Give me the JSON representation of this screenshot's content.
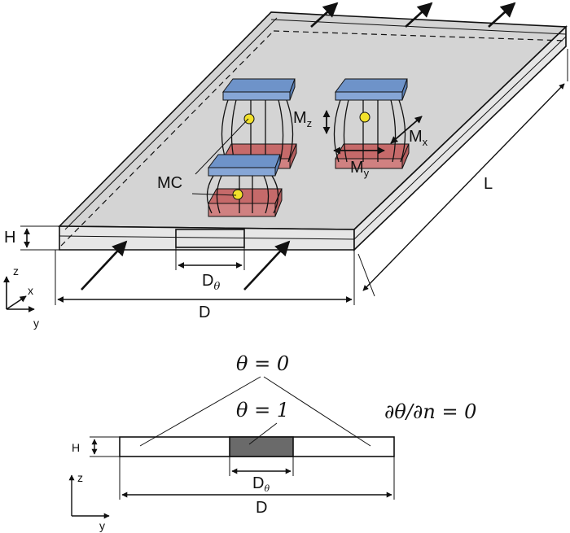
{
  "labels": {
    "H": "H",
    "L": "L",
    "D": "D",
    "D_theta_base": "D",
    "D_theta_sub": "θ",
    "MC": "MC",
    "Mz_base": "M",
    "Mz_sub": "z",
    "Mx_base": "M",
    "Mx_sub": "x",
    "My_base": "M",
    "My_sub": "y"
  },
  "axes": {
    "z": "z",
    "x": "x",
    "y": "y"
  },
  "cross_section": {
    "H": "H",
    "D": "D",
    "D_theta_base": "D",
    "D_theta_sub": "θ",
    "theta0": "θ = 0",
    "theta1": "θ = 1",
    "bc": "∂θ/∂n = 0"
  },
  "colors": {
    "plate_top": "#d3d3d3",
    "plate_side": "#e2e2e2",
    "magnet_top": "#6e93c9",
    "magnet_bottom": "#c66a6a",
    "mc_fill": "#f2e12b",
    "heat_region": "#6a6a6a"
  }
}
